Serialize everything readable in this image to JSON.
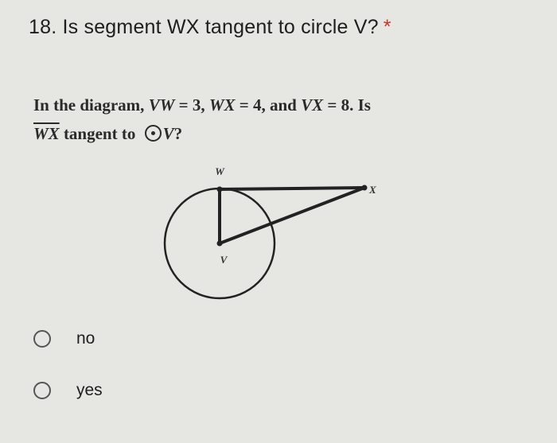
{
  "question": {
    "number": "18.",
    "text": "Is segment WX tangent to circle V?",
    "required_mark": "*"
  },
  "problem": {
    "line1_pre": "In the diagram, ",
    "vw": "VW",
    "eq1": " = 3, ",
    "wx": "WX",
    "eq2": " = 4, and ",
    "vx": "VX",
    "eq3": " = 8. Is",
    "seg": "WX",
    "tangent_text": " tangent to ",
    "circle_name": "V",
    "qmark": "?"
  },
  "diagram": {
    "label_w": "W",
    "label_x": "X",
    "label_v": "V"
  },
  "options": [
    {
      "label": "no"
    },
    {
      "label": "yes"
    }
  ]
}
